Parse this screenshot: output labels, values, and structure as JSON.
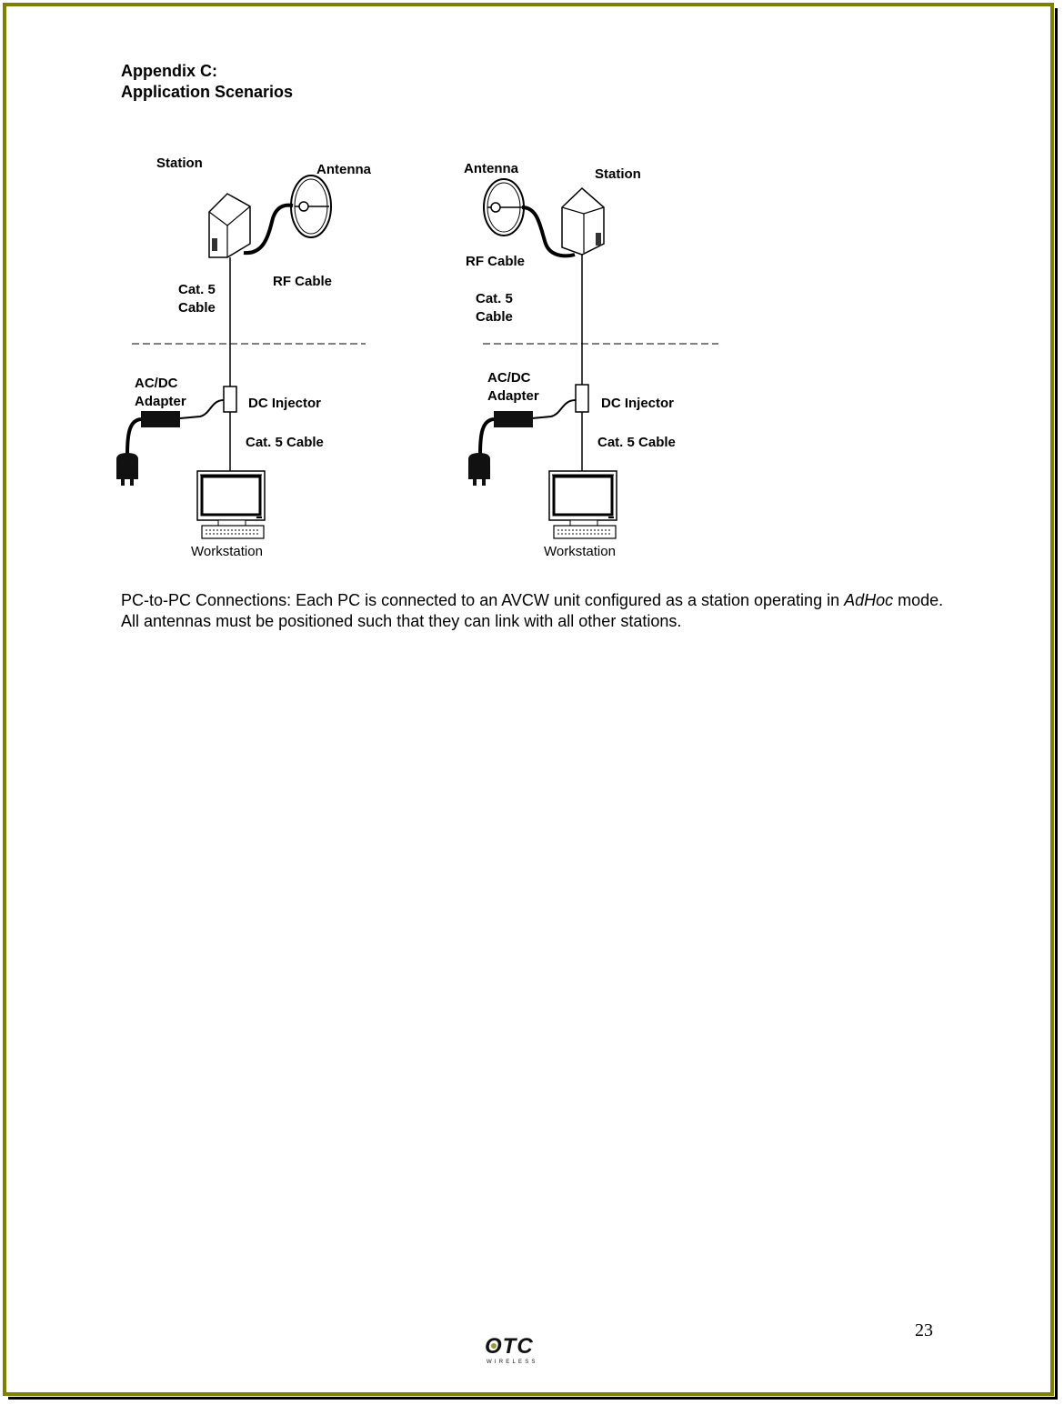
{
  "header": {
    "line1": "Appendix C:",
    "line2": "Application Scenarios"
  },
  "diagram": {
    "left": {
      "station": "Station",
      "antenna": "Antenna",
      "rf_cable": "RF Cable",
      "cat5_line1": "Cat. 5",
      "cat5_line2": "Cable",
      "adapter_line1": "AC/DC",
      "adapter_line2": "Adapter",
      "injector": "DC Injector",
      "cat5_cable": "Cat. 5 Cable",
      "workstation": "Workstation"
    },
    "right": {
      "station": "Station",
      "antenna": "Antenna",
      "rf_cable": "RF Cable",
      "cat5_line1": "Cat. 5",
      "cat5_line2": "Cable",
      "adapter_line1": "AC/DC",
      "adapter_line2": "Adapter",
      "injector": "DC Injector",
      "cat5_cable": "Cat. 5 Cable",
      "workstation": "Workstation"
    }
  },
  "caption": {
    "part1": "PC-to-PC Connections: Each PC is connected to an AVCW unit configured as a station operating in ",
    "mode": "AdHoc",
    "part2": " mode.  All antennas must be positioned such that they can link with all other stations."
  },
  "footer": {
    "page_number": "23",
    "logo_text": "OTC",
    "logo_subtext": "WIRELESS"
  },
  "colors": {
    "border": "#808000",
    "logo_accent": "#9a9a3a"
  }
}
